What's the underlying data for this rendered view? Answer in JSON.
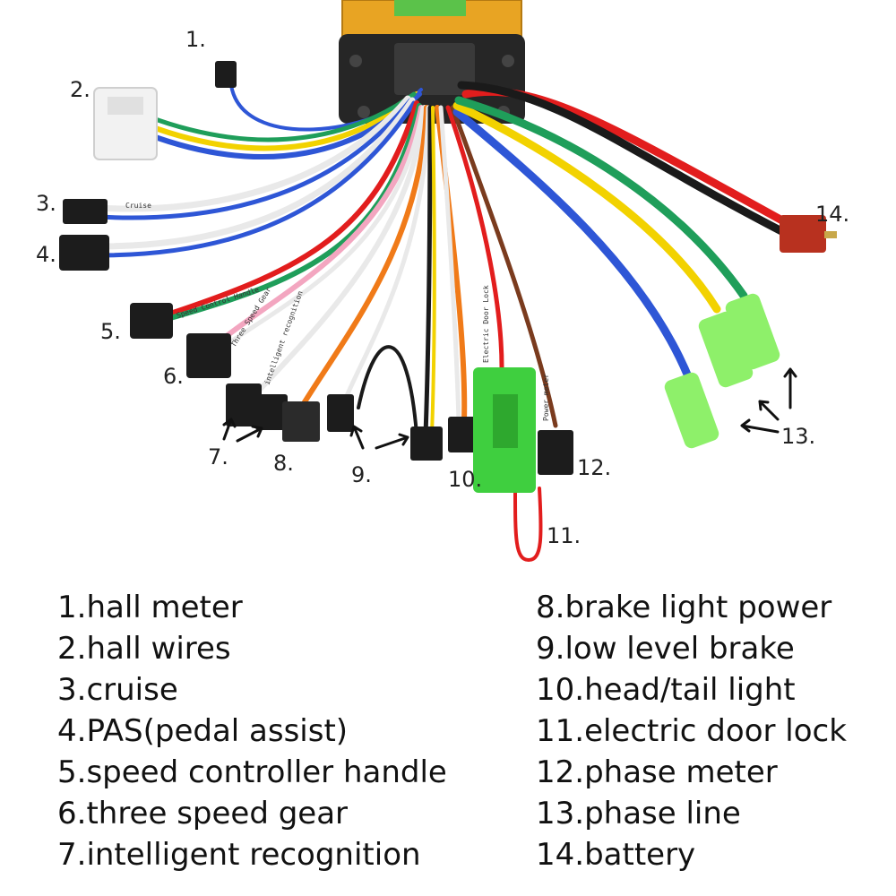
{
  "callouts": {
    "c1": "1.",
    "c2": "2.",
    "c3": "3.",
    "c4": "4.",
    "c5": "5.",
    "c6": "6.",
    "c7": "7.",
    "c8": "8.",
    "c9": "9.",
    "c10": "10.",
    "c11": "11.",
    "c12": "12.",
    "c13": "13.",
    "c14": "14."
  },
  "wire_labels": {
    "speed_control_handle": "Speed Control Handle",
    "three_speed_gear": "Three Speed Gear",
    "intelligent_recognition": "intelligent recognition",
    "electric_door_lock": "Electric Door Lock",
    "cruise": "Cruise",
    "power_meter": "Power meter"
  },
  "legend": {
    "left": [
      "1.hall meter",
      "2.hall wires",
      "3.cruise",
      "4.PAS(pedal assist)",
      "5.speed controller handle",
      "6.three speed gear",
      "7.intelligent recognition"
    ],
    "right": [
      "8.brake light power",
      "9.low level brake",
      "10.head/tail light",
      "11.electric door lock",
      "12.phase meter",
      "13.phase line",
      "14.battery"
    ]
  },
  "colors": {
    "housing": "#e8a423",
    "housing_dark": "#b57a12",
    "endcap": "#262626",
    "connector_black": "#1c1c1c",
    "connector_white": "#f2f2f2",
    "connector_green": "#3fcf3f",
    "phase_green": "#8ef06a",
    "battery_plug": "#b8311f",
    "wire_red": "#e21d1d",
    "wire_black": "#1a1a1a",
    "wire_yellow": "#f2d200",
    "wire_blue": "#2e56d6",
    "wire_green": "#1f9e5a",
    "wire_white": "#e9e9e9",
    "wire_orange": "#f07a18",
    "wire_brown": "#7a3b1e",
    "wire_pink": "#f3a6c0"
  }
}
